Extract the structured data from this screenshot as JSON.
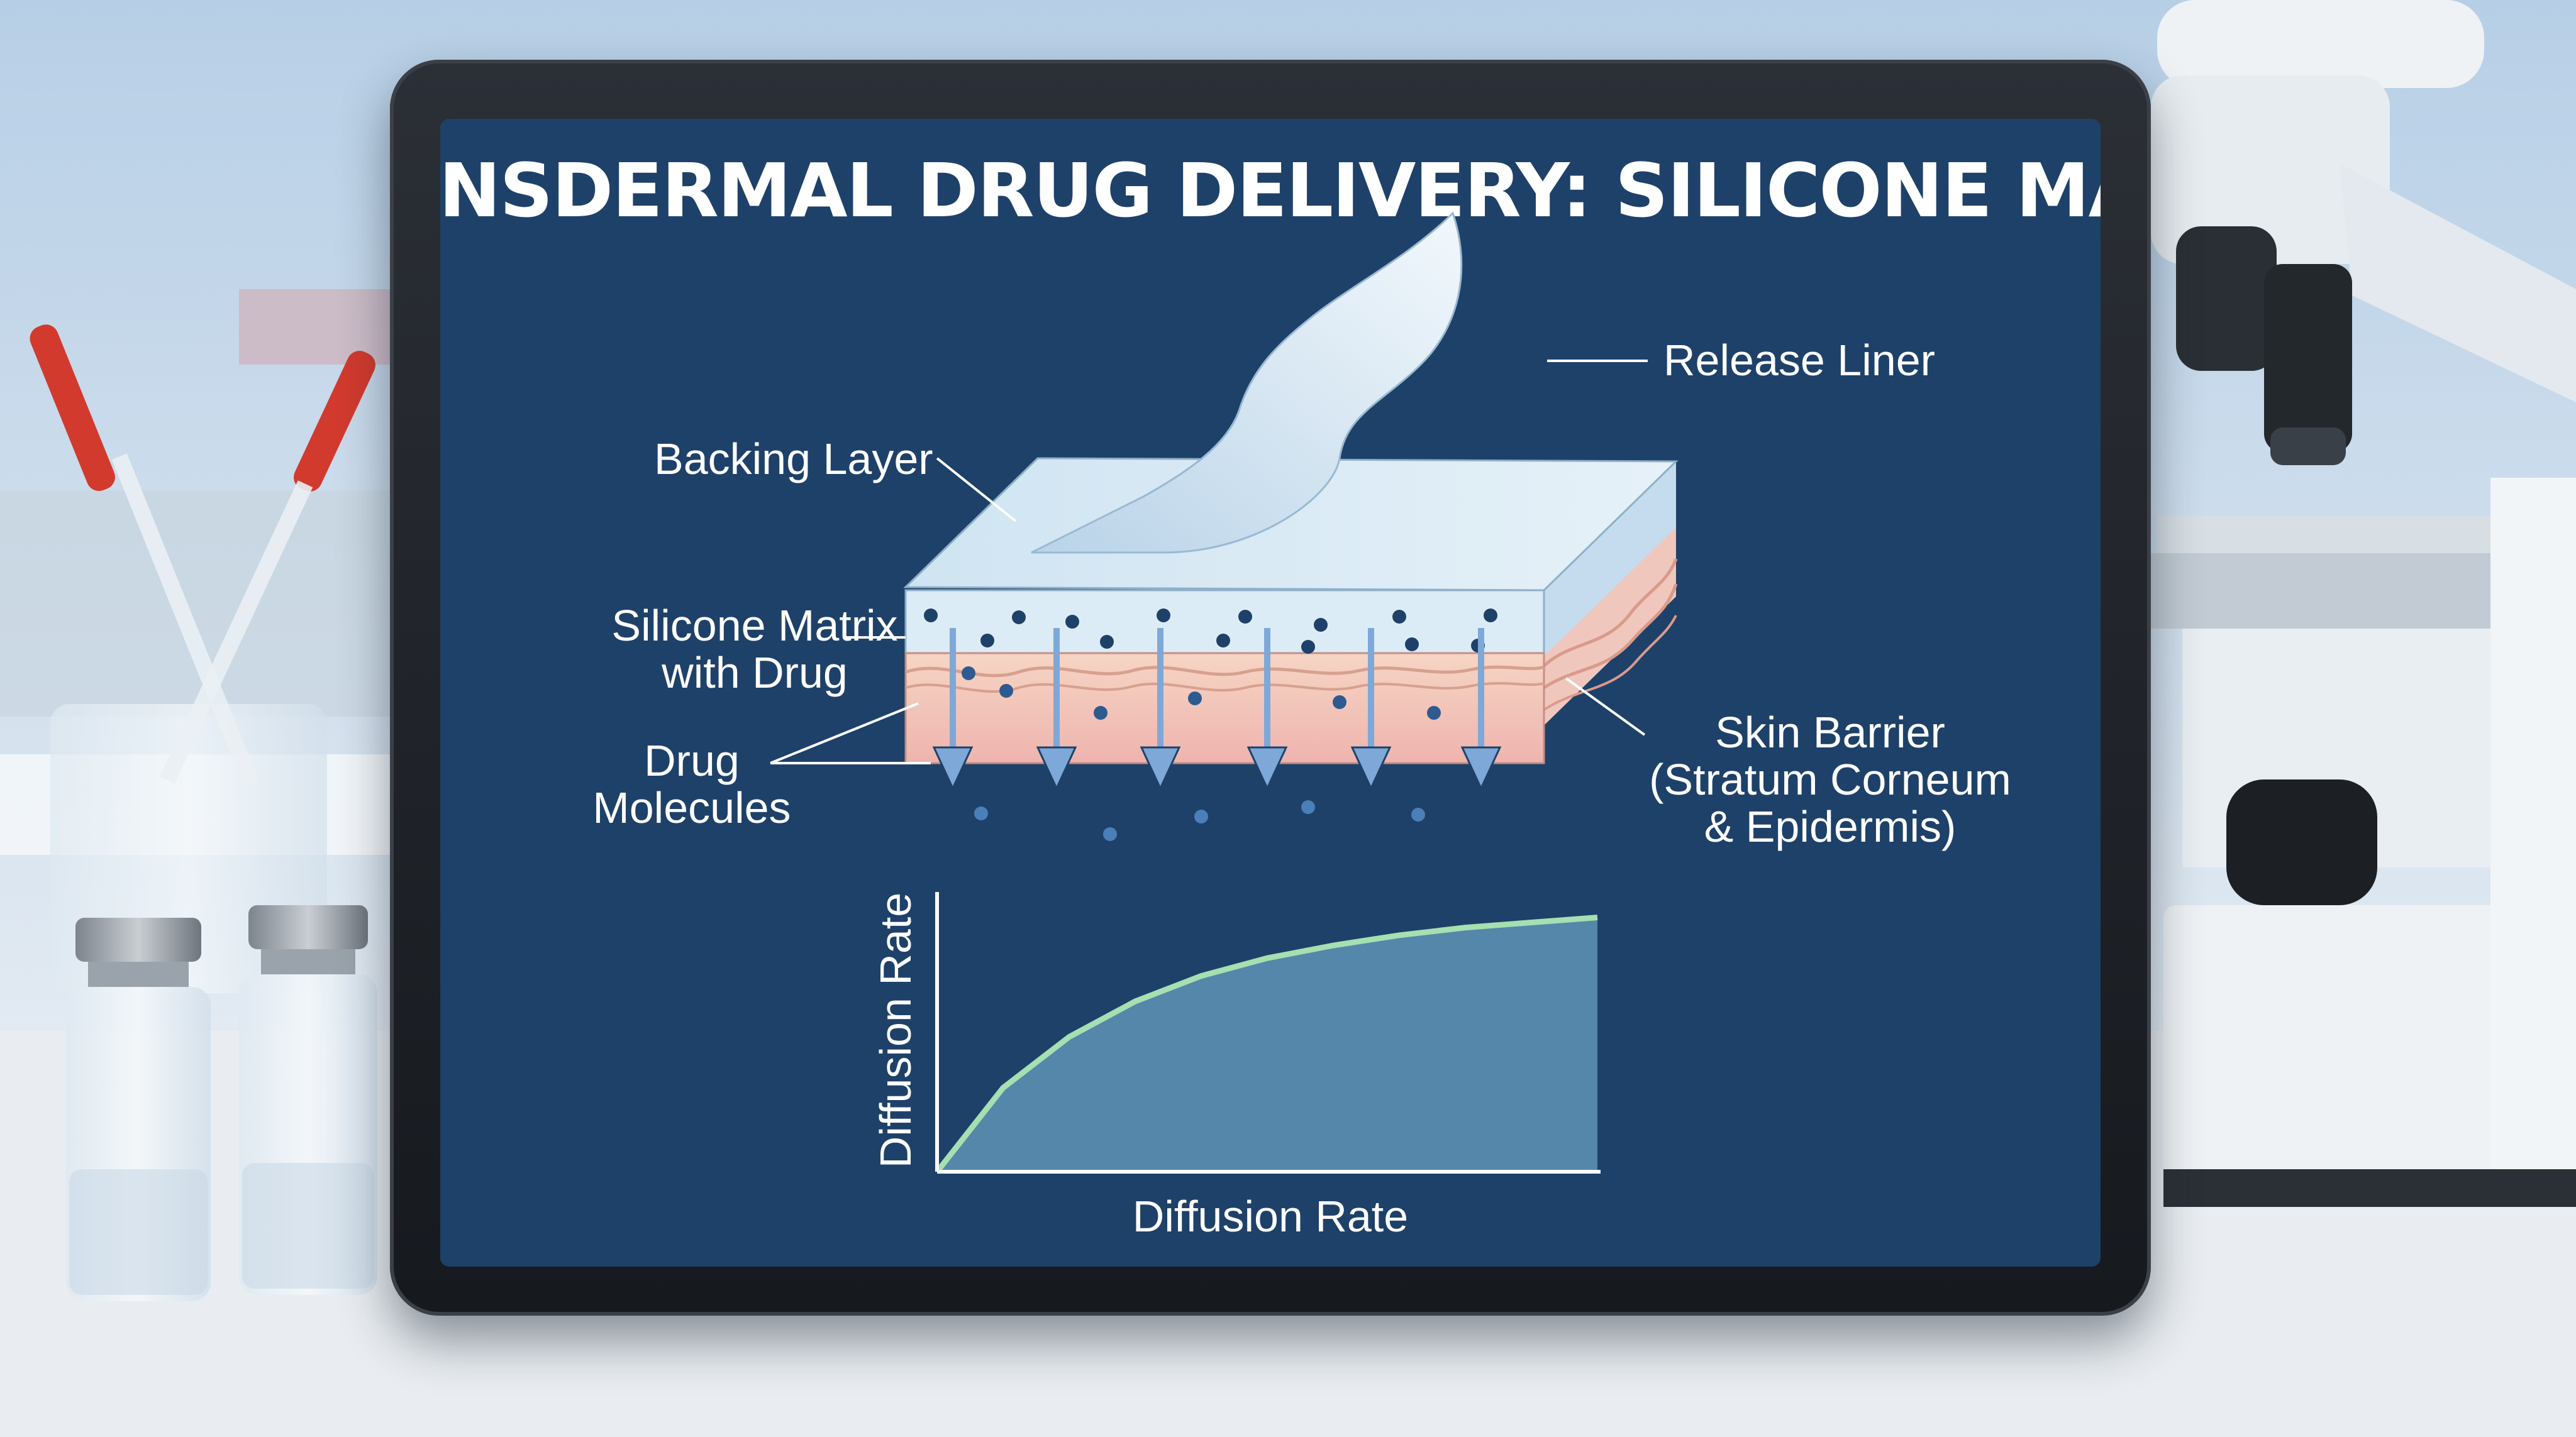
{
  "title": "TRANSDERMAL DRUG DELIVERY: SILICONE MATRIX",
  "labels": {
    "release_liner": "Release Liner",
    "backing_layer": "Backing Layer",
    "silicone_matrix": [
      "Silicone Matrix",
      "with Drug"
    ],
    "drug_molecules": [
      "Drug",
      "Molecules"
    ],
    "skin_barrier": [
      "Skin Barrier",
      "(Stratum Corneum",
      "& Epidermis)"
    ]
  },
  "chart": {
    "xlabel": "Diffusion Rate",
    "ylabel": "Diffusion Rate"
  },
  "chart_data": {
    "type": "area",
    "title": "",
    "xlabel": "Diffusion Rate",
    "ylabel": "Diffusion Rate",
    "grid": false,
    "x": [
      0,
      0.1,
      0.2,
      0.3,
      0.4,
      0.5,
      0.6,
      0.7,
      0.8,
      0.9,
      1.0
    ],
    "y": [
      0,
      0.33,
      0.53,
      0.67,
      0.77,
      0.84,
      0.89,
      0.93,
      0.96,
      0.98,
      1.0
    ],
    "xlim": [
      0,
      1
    ],
    "ylim": [
      0,
      1.1
    ]
  },
  "colors": {
    "screen_bg": "#1d3f66",
    "backing": "#cde3f1",
    "matrix": "#dcecf6",
    "skin": "#f0bcb6",
    "arrow": "#7ea8d8",
    "curve": "#a6dfb0",
    "area": "#5b8fb3"
  }
}
